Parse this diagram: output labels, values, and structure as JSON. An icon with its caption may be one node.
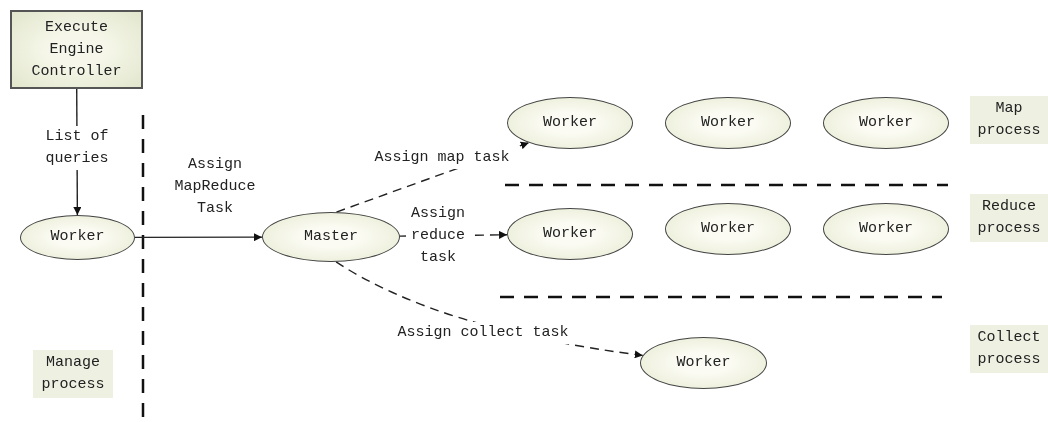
{
  "diagram": {
    "nodes": [
      {
        "text": [
          "Execute Engine Controller"
        ]
      },
      {
        "text": [
          "Worker"
        ]
      },
      {
        "text": [
          "Master"
        ]
      },
      {
        "text": [
          "Worker"
        ]
      },
      {
        "text": [
          "Worker"
        ]
      },
      {
        "text": [
          "Worker"
        ]
      },
      {
        "text": [
          "Worker"
        ]
      },
      {
        "text": [
          "Worker"
        ]
      },
      {
        "text": [
          "Worker"
        ]
      },
      {
        "text": [
          "Worker"
        ]
      }
    ],
    "edges": [
      {
        "from": 0,
        "to": 1,
        "arrow": "to",
        "label": "List of queries"
      },
      {
        "from": 1,
        "to": 2,
        "arrow": "to",
        "label": "Assign MapReduce Task"
      },
      {
        "from": 2,
        "to": 3,
        "arrow": "to",
        "label": "Assign map task",
        "style": "dashed"
      },
      {
        "from": 2,
        "to": 6,
        "arrow": "to",
        "label": "Assign reduce task",
        "style": "dashed"
      },
      {
        "from": 2,
        "to": 9,
        "arrow": "to",
        "label": "Assign collect task",
        "style": "dashed"
      }
    ],
    "labels": [
      "Map process",
      "Reduce process",
      "Collect process",
      "Manage process"
    ]
  }
}
